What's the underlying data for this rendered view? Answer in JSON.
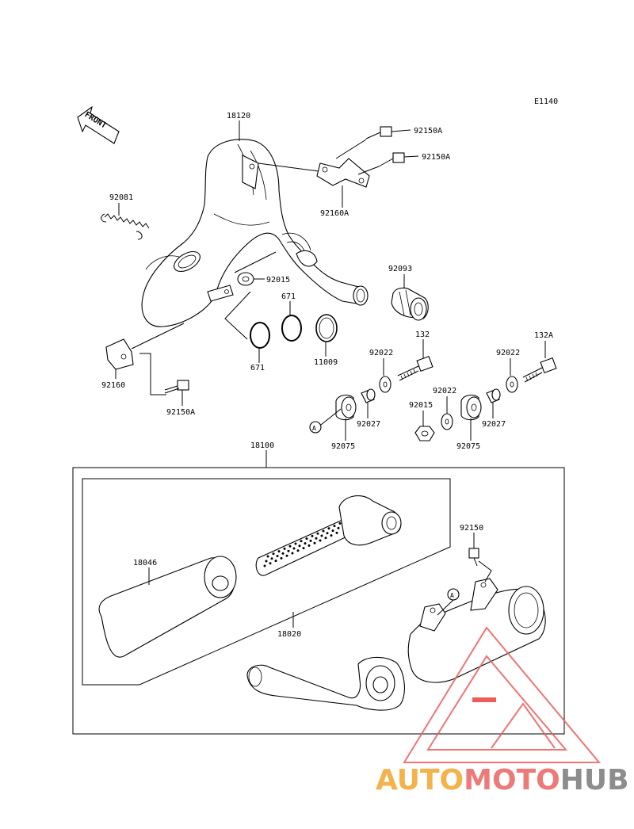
{
  "diagram_code": "E1140",
  "front_label": "FRONT",
  "callout_marker": "A",
  "parts": {
    "p18120": "18120",
    "p92150a_1": "92150A",
    "p92150a_2": "92150A",
    "p92160a": "92160A",
    "p92081": "92081",
    "p92015_1": "92015",
    "p92093": "92093",
    "p671_1": "671",
    "p671_2": "671",
    "p11009": "11009",
    "p132": "132",
    "p132a": "132A",
    "p92022_1": "92022",
    "p92022_2": "92022",
    "p92022_3": "92022",
    "p92027_1": "92027",
    "p92027_2": "92027",
    "p92015_2": "92015",
    "p92075_1": "92075",
    "p92075_2": "92075",
    "p92160": "92160",
    "p92150a_3": "92150A",
    "p18100": "18100",
    "p92150": "92150",
    "p18046": "18046",
    "p18020": "18020"
  },
  "watermark": {
    "part1": "AUTO",
    "part2": "MOTO",
    "part3": "HUB",
    "color1": "#f3b24a",
    "color2": "#ec7a79",
    "color3": "#8d8d8d",
    "logo_color": "#ef5b5b"
  }
}
